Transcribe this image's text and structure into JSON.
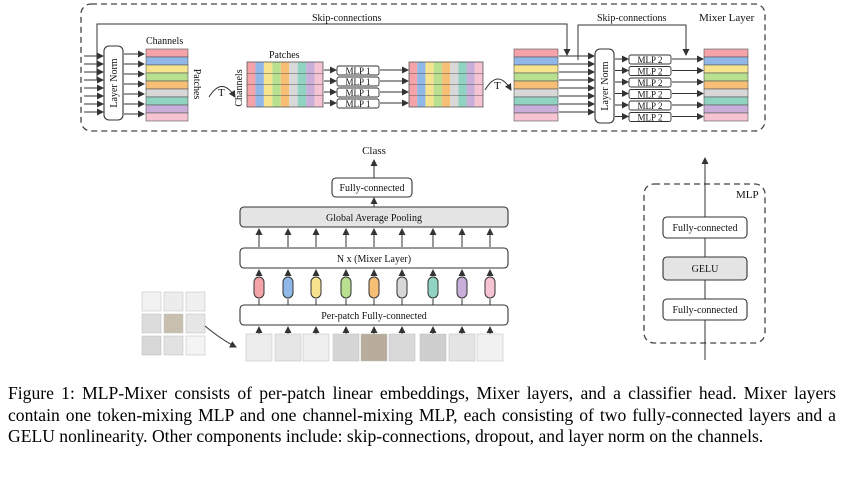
{
  "figure": {
    "mixer_layer_title": "Mixer Layer",
    "skip_connections_1": "Skip-connections",
    "skip_connections_2": "Skip-connections",
    "layer_norm_1": "Layer Norm",
    "layer_norm_2": "Layer Norm",
    "channels_top": "Channels",
    "patches_vertical": "Patches",
    "transpose_1": "T",
    "transpose_2": "T",
    "patches_top": "Patches",
    "channels_vertical": "Channels",
    "mlp1_labels": [
      "MLP 1",
      "MLP 1",
      "MLP 1",
      "MLP 1"
    ],
    "mlp2_labels": [
      "MLP 2",
      "MLP 2",
      "MLP 2",
      "MLP 2",
      "MLP 2",
      "MLP 2"
    ],
    "class_label": "Class",
    "head_fc": "Fully-connected",
    "gap": "Global Average Pooling",
    "n_mixer": "N x (Mixer Layer)",
    "per_patch": "Per-patch Fully-connected",
    "mlp_title": "MLP",
    "mlp_fc1": "Fully-connected",
    "mlp_gelu": "GELU",
    "mlp_fc2": "Fully-connected",
    "colors": [
      "#f4a3a8",
      "#8fb8e8",
      "#f6e38e",
      "#b8e08f",
      "#f7bf75",
      "#d8d8d8",
      "#8fd3c0",
      "#c8aed8",
      "#f6c3d3"
    ]
  },
  "caption": {
    "label": "Figure 1:",
    "text": "MLP-Mixer consists of per-patch linear embeddings, Mixer layers, and a classifier head. Mixer layers contain one token-mixing MLP and one channel-mixing MLP, each consisting of two fully-connected layers and a GELU nonlinearity. Other components include: skip-connections, dropout, and layer norm on the channels."
  }
}
